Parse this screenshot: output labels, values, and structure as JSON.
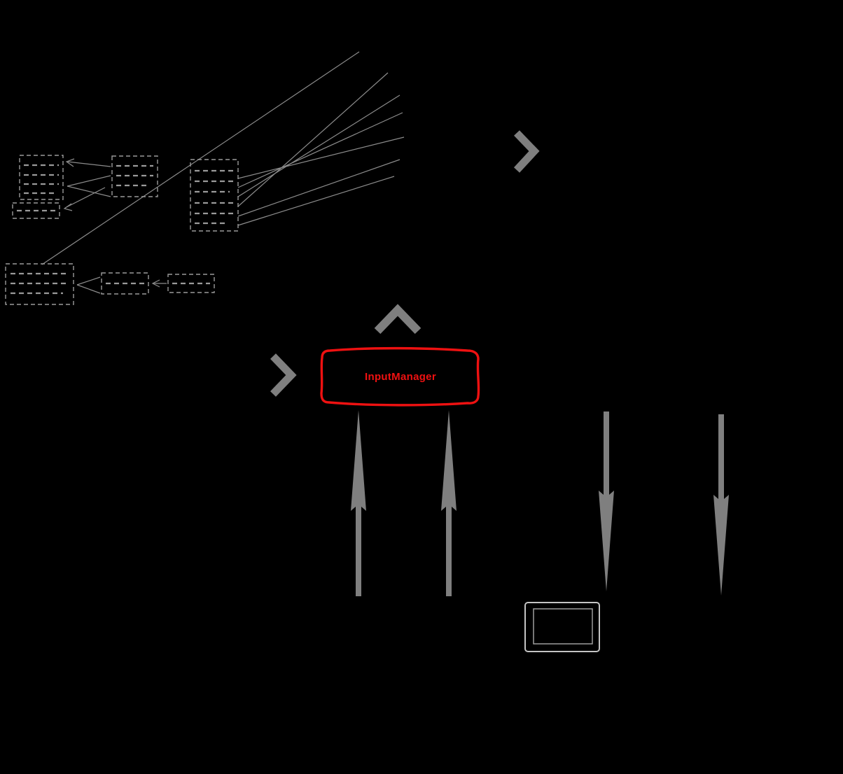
{
  "diagram": {
    "type": "dependency-graph",
    "background": "#000000",
    "node": {
      "label": "InputManager",
      "border_color": "#ee1111",
      "label_color": "#ee1111"
    },
    "colors": {
      "edge_line_gray": "#8c8c8c",
      "big_arrow_gray": "#7f7f7f",
      "chevron_gray": "#7f7f7f",
      "dashed_box_gray": "#9a9a9a",
      "display_outline": "#c4c4c4",
      "display_inner_outline": "#9e9e9e"
    },
    "icons": {
      "chevron_right_count": 2,
      "chevron_up_count": 1,
      "arrow_up_count": 2,
      "arrow_down_count": 2,
      "display_icon_count": 1
    }
  }
}
